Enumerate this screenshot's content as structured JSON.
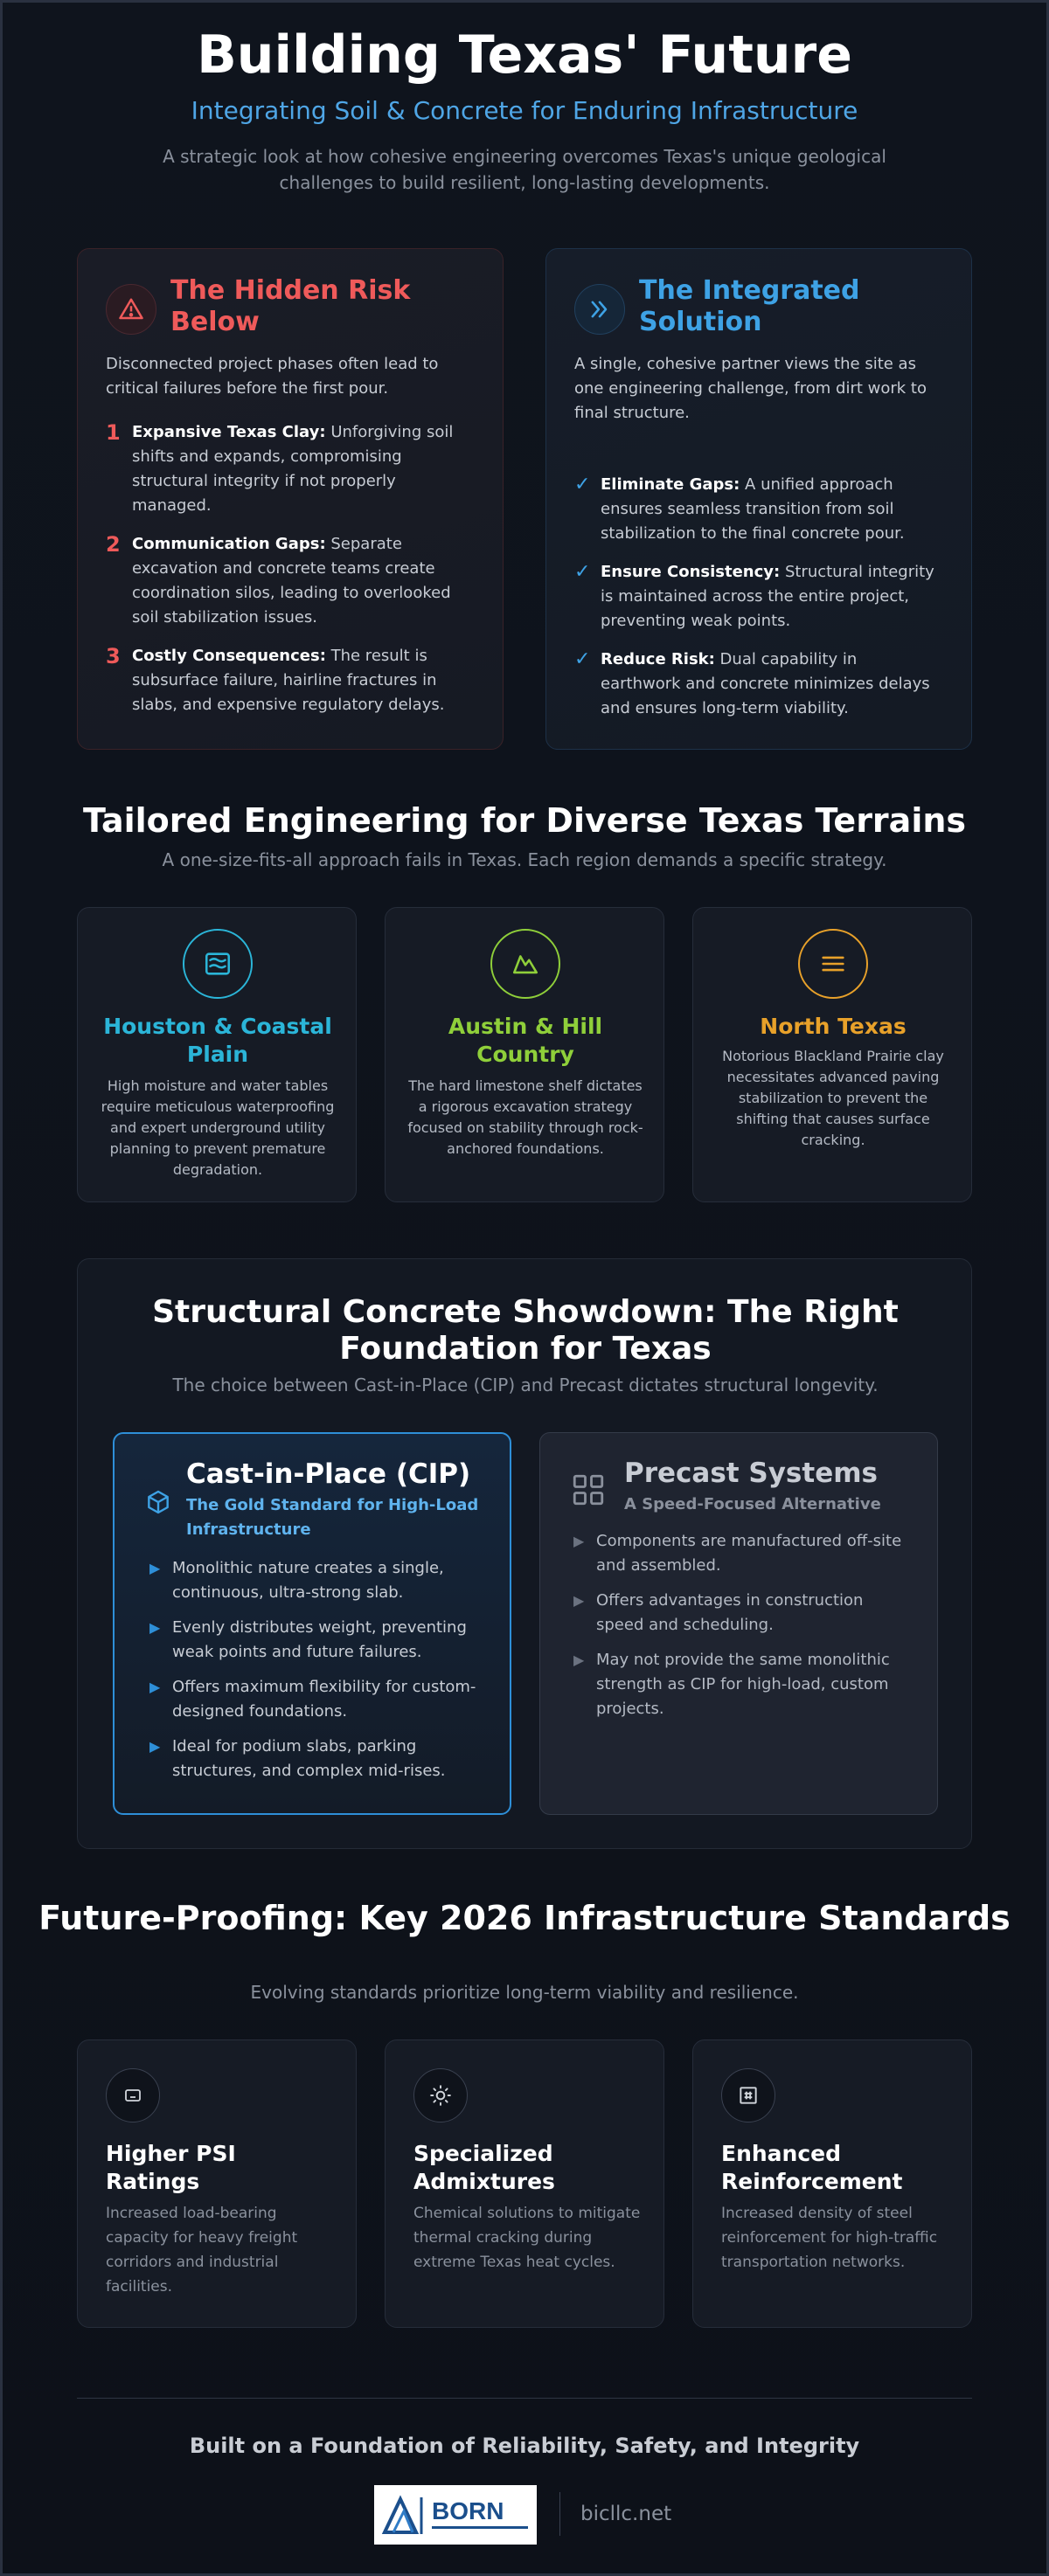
{
  "hero": {
    "title": "Building Texas' Future",
    "subtitle": "Integrating Soil & Concrete for Enduring Infrastructure",
    "description": "A strategic look at how cohesive engineering overcomes Texas's unique geological challenges to build resilient, long-lasting developments."
  },
  "risk": {
    "title": "The Hidden Risk Below",
    "icon": "warning-triangle-icon",
    "intro": "Disconnected project phases often lead to critical failures before the first pour.",
    "items": [
      {
        "num": "1",
        "bold": "Expansive Texas Clay:",
        "text": " Unforgiving soil shifts and expands, compromising structural integrity if not properly managed."
      },
      {
        "num": "2",
        "bold": "Communication Gaps:",
        "text": " Separate excavation and concrete teams create coordination silos, leading to overlooked soil stabilization issues."
      },
      {
        "num": "3",
        "bold": "Costly Consequences:",
        "text": " The result is subsurface failure, hairline fractures in slabs, and expensive regulatory delays."
      }
    ]
  },
  "solution": {
    "title": "The Integrated Solution",
    "icon": "double-chevron-right-icon",
    "intro": "A single, cohesive partner views the site as one engineering challenge, from dirt work to final structure.",
    "items": [
      {
        "check": "✓",
        "bold": "Eliminate Gaps:",
        "text": " A unified approach ensures seamless transition from soil stabilization to the final concrete pour."
      },
      {
        "check": "✓",
        "bold": "Ensure Consistency:",
        "text": " Structural integrity is maintained across the entire project, preventing weak points."
      },
      {
        "check": "✓",
        "bold": "Reduce Risk:",
        "text": " Dual capability in earthwork and concrete minimizes delays and ensures long-term viability."
      }
    ]
  },
  "terrains": {
    "title": "Tailored Engineering for Diverse Texas Terrains",
    "subtitle": "A one-size-fits-all approach fails in Texas. Each region demands a specific strategy.",
    "items": [
      {
        "name": "Houston & Coastal Plain",
        "icon": "wave-flag-icon",
        "color": "#2bb5d8",
        "desc": "High moisture and water tables require meticulous waterproofing and expert underground utility planning to prevent premature degradation."
      },
      {
        "name": "Austin & Hill Country",
        "icon": "mountain-icon",
        "color": "#8fcf3a",
        "desc": "The hard limestone shelf dictates a rigorous excavation strategy focused on stability through rock-anchored foundations."
      },
      {
        "name": "North Texas",
        "icon": "layers-lines-icon",
        "color": "#e8a12a",
        "desc": "Notorious Blackland Prairie clay necessitates advanced paving stabilization to prevent the shifting that causes surface cracking."
      }
    ]
  },
  "showdown": {
    "title": "Structural Concrete Showdown: The Right Foundation for Texas",
    "subtitle": "The choice between Cast-in-Place (CIP) and Precast dictates structural longevity.",
    "cip": {
      "title": "Cast-in-Place (CIP)",
      "tagline": "The Gold Standard for High-Load Infrastructure",
      "icon": "cube-icon",
      "bullets": [
        "Monolithic nature creates a single, continuous, ultra-strong slab.",
        "Evenly distributes weight, preventing weak points and future failures.",
        "Offers maximum flexibility for custom-designed foundations.",
        "Ideal for podium slabs, parking structures, and complex mid-rises."
      ]
    },
    "precast": {
      "title": "Precast Systems",
      "tagline": "A Speed-Focused Alternative",
      "icon": "grid-squares-icon",
      "bullets": [
        "Components are manufactured off-site and assembled.",
        "Offers advantages in construction speed and scheduling.",
        "May not provide the same monolithic strength as CIP for high-load, custom projects."
      ]
    }
  },
  "standards": {
    "title": "Future-Proofing: Key 2026 Infrastructure Standards",
    "subtitle": "Evolving standards prioritize long-term viability and resilience.",
    "items": [
      {
        "title": "Higher PSI Ratings",
        "icon": "gauge-box-icon",
        "desc": "Increased load-bearing capacity for heavy freight corridors and industrial facilities."
      },
      {
        "title": "Specialized Admixtures",
        "icon": "sun-icon",
        "desc": "Chemical solutions to mitigate thermal cracking during extreme Texas heat cycles."
      },
      {
        "title": "Enhanced Reinforcement",
        "icon": "rebar-grid-icon",
        "desc": "Increased density of steel reinforcement for high-traffic transportation networks."
      }
    ]
  },
  "footer": {
    "tagline": "Built on a Foundation of Reliability, Safety, and Integrity",
    "logo_text": "BORN",
    "site": "bicllc.net"
  }
}
